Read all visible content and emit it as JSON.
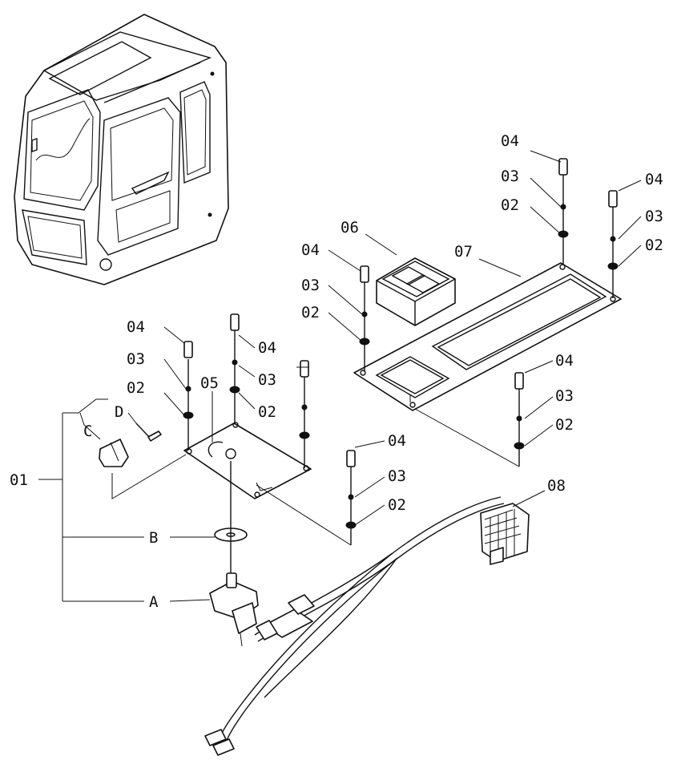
{
  "colors": {
    "ink": "#111111",
    "paper": "#ffffff"
  },
  "labels": {
    "l01": "01",
    "lA": "A",
    "lB": "B",
    "lC": "C",
    "lD": "D",
    "l05": "05",
    "l06": "06",
    "l07": "07",
    "l08": "08",
    "plateL": {
      "b1": "04",
      "b2": "03",
      "b3": "02",
      "c1": "04",
      "c2": "03",
      "c3": "02",
      "d1": "04",
      "d2": "03",
      "d3": "02"
    },
    "plateLbr": {
      "a": "04",
      "b": "03",
      "c": "02"
    },
    "plateR": {
      "t1": "04",
      "t2": "03",
      "t3": "02",
      "r1": "04",
      "r2": "03",
      "r3": "02",
      "m1": "04",
      "m2": "03",
      "m3": "02",
      "br1": "04",
      "br2": "03",
      "br3": "02"
    }
  }
}
